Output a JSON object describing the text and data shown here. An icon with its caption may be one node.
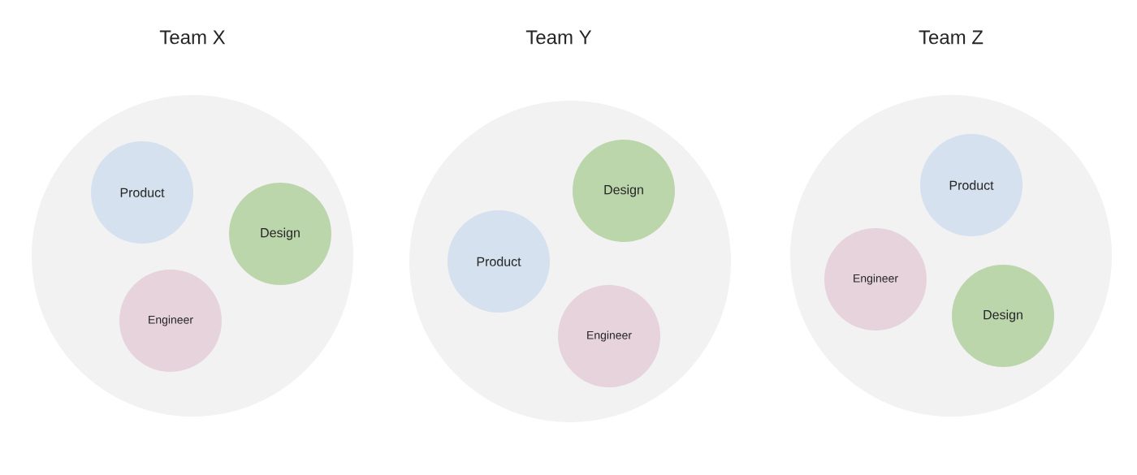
{
  "diagram": {
    "nodes": [
      {
        "text": [
          "Team X"
        ]
      },
      {
        "text": [
          "Product"
        ],
        "in": 0
      },
      {
        "text": [
          "Design"
        ],
        "in": 0
      },
      {
        "text": [
          "Engineer"
        ],
        "in": 0
      },
      {
        "text": [
          "Team Y"
        ]
      },
      {
        "text": [
          "Design"
        ],
        "in": 4
      },
      {
        "text": [
          "Product"
        ],
        "in": 4
      },
      {
        "text": [
          "Engineer"
        ],
        "in": 4
      },
      {
        "text": [
          "Team Z"
        ]
      },
      {
        "text": [
          "Product"
        ],
        "in": 8
      },
      {
        "text": [
          "Engineer"
        ],
        "in": 8
      },
      {
        "text": [
          "Design"
        ],
        "in": 8
      }
    ]
  }
}
